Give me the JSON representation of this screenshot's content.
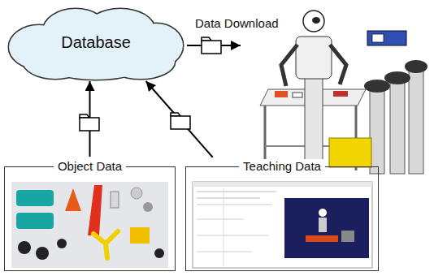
{
  "diagram": {
    "nodes": [
      {
        "text": [
          "Database"
        ]
      },
      {
        "text": [
          "Object Data"
        ]
      },
      {
        "text": [
          "Teaching Data"
        ]
      }
    ],
    "edges": [
      {
        "from": 1,
        "to": 0,
        "arrow": "to"
      },
      {
        "from": 2,
        "to": 0,
        "arrow": "to"
      }
    ],
    "labels": [
      "Data Download"
    ]
  }
}
